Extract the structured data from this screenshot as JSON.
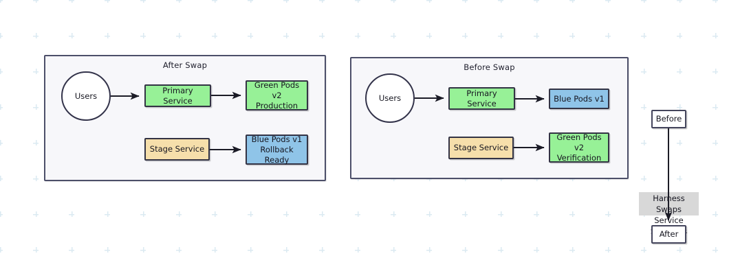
{
  "diagram": {
    "title_semantic": "blue-green-deployment-swap",
    "background": {
      "dot_color": "#dbeaf2",
      "page_color": "#ffffff"
    },
    "palette": {
      "green": "#97f197",
      "blue": "#8fc4e8",
      "orange": "#f6dfab",
      "white": "#ffffff",
      "cluster_fill": "#f7f7fa",
      "border": "#333344",
      "label_fill": "#d8d8d8"
    }
  },
  "clusters": [
    {
      "id": "after-swap",
      "title": "After Swap",
      "nodes": {
        "users": "Users",
        "primary_service": "Primary Service",
        "stage_service": "Stage Service",
        "target_primary": "Green Pods v2\nProduction",
        "target_stage": "Blue Pods v1\nRollback Ready"
      }
    },
    {
      "id": "before-swap",
      "title": "Before Swap",
      "nodes": {
        "users": "Users",
        "primary_service": "Primary Service",
        "stage_service": "Stage Service",
        "target_primary": "Blue Pods v1",
        "target_stage": "Green Pods v2\nVerification"
      }
    }
  ],
  "timeline": {
    "before_label": "Before",
    "after_label": "After",
    "transition_label": "Harness Swaps\nService Selectors"
  }
}
